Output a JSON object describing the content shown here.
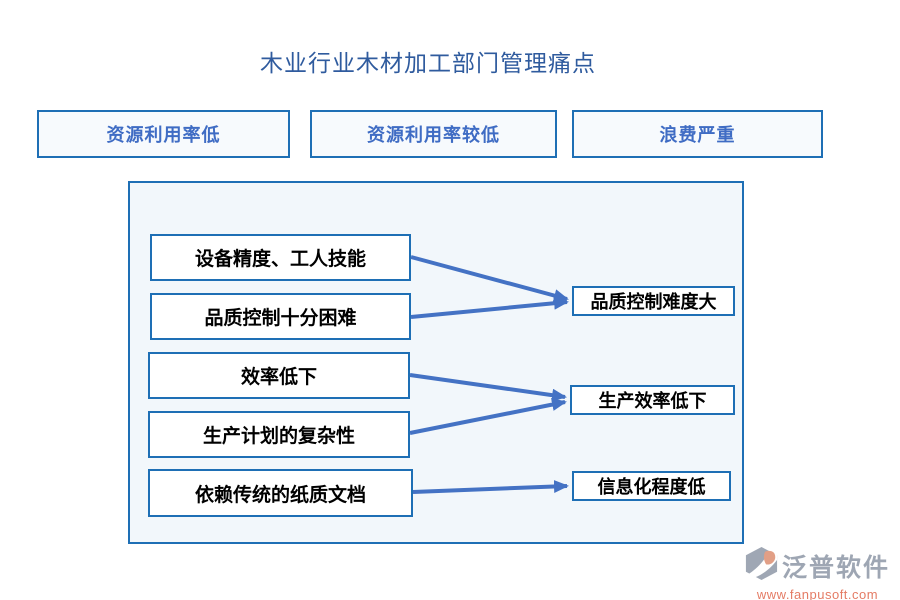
{
  "title": "木业行业木材加工部门管理痛点",
  "top_buttons": [
    {
      "label": "资源利用率低"
    },
    {
      "label": "资源利用率较低"
    },
    {
      "label": "浪费严重"
    }
  ],
  "diagram": {
    "causes": [
      {
        "label": "设备精度、工人技能"
      },
      {
        "label": "品质控制十分困难"
      },
      {
        "label": "效率低下"
      },
      {
        "label": "生产计划的复杂性"
      },
      {
        "label": "依赖传统的纸质文档"
      }
    ],
    "effects": [
      {
        "label": "品质控制难度大"
      },
      {
        "label": "生产效率低下"
      },
      {
        "label": "信息化程度低"
      }
    ],
    "links": [
      {
        "from": "设备精度、工人技能",
        "to": "品质控制难度大"
      },
      {
        "from": "品质控制十分困难",
        "to": "品质控制难度大"
      },
      {
        "from": "效率低下",
        "to": "生产效率低下"
      },
      {
        "from": "生产计划的复杂性",
        "to": "生产效率低下"
      },
      {
        "from": "依赖传统的纸质文档",
        "to": "信息化程度低"
      }
    ]
  },
  "footer": {
    "brand": "泛普软件",
    "website": "www.fanpusoft.com",
    "logo_icon": "fanpu-logo-icon"
  },
  "colors": {
    "outline_blue": "#1e6fb5",
    "arrow_blue": "#4472c4",
    "title_blue": "#2f5b9e",
    "button_text_blue": "#3f6cc4",
    "panel_bg": "#f2f7fb",
    "box_bg": "#ffffff",
    "logo_gray": "#8e97a6",
    "logo_orange": "#e0654a"
  }
}
